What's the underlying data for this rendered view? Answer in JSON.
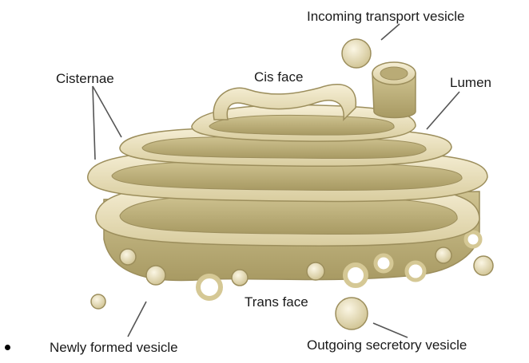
{
  "labels": {
    "incoming_transport_vesicle": "Incoming transport vesicle",
    "cisternae": "Cisternae",
    "cis_face": "Cis face",
    "lumen": "Lumen",
    "trans_face": "Trans face",
    "newly_formed_vesicle": "Newly formed vesicle",
    "outgoing_secretory_vesicle": "Outgoing secretory vesicle"
  },
  "colors": {
    "membrane_light": "#f2ead0",
    "membrane_mid": "#ddd2a6",
    "membrane_dark": "#b9ab76",
    "outline": "#9c8e5c",
    "leader_line": "#555555",
    "text": "#1a1a1a"
  }
}
